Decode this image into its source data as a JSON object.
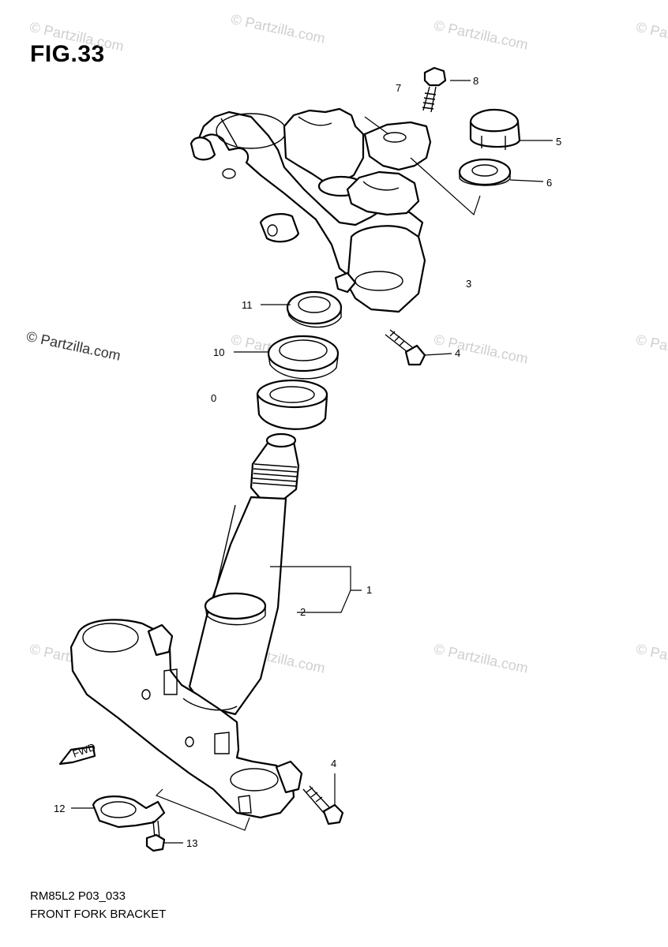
{
  "figure": {
    "title": "FIG.33",
    "code": "RM85L2 P03_033",
    "name": "FRONT FORK BRACKET"
  },
  "watermark": {
    "text": "© Partzilla.com"
  },
  "callouts": [
    "1",
    "2",
    "3",
    "4",
    "4",
    "5",
    "6",
    "7",
    "8",
    "0",
    "10",
    "11",
    "12",
    "13"
  ],
  "direction_mark": "FWD"
}
